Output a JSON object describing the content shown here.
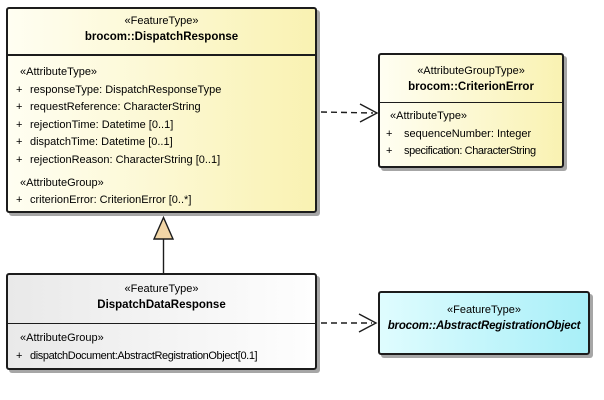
{
  "diagram_type": "UML class diagram",
  "colors": {
    "border": "#1c1c1c",
    "shadow": "#a6a6a6",
    "line": "#1c1c1c",
    "yellow1": "#fffef2",
    "yellow2": "#f9f2b2",
    "gray1": "#e9e9e9",
    "gray2": "#fefefe",
    "cyan1": "#dffcfe",
    "cyan2": "#a8eff8",
    "tri": "#f2d6a6",
    "text": "#000000",
    "bg": "#ffffff"
  },
  "classes": {
    "dispatch_response": {
      "stereotype": "«FeatureType»",
      "name": "brocom::DispatchResponse",
      "sections": [
        {
          "label": "«AttributeType»",
          "rows": [
            {
              "vis": "+",
              "text": "responseType: DispatchResponseType"
            },
            {
              "vis": "+",
              "text": "requestReference: CharacterString"
            },
            {
              "vis": "+",
              "text": "rejectionTime: Datetime [0..1]"
            },
            {
              "vis": "+",
              "text": "dispatchTime: Datetime [0..1]"
            },
            {
              "vis": "+",
              "text": "rejectionReason: CharacterString [0..1]"
            }
          ]
        },
        {
          "label": "«AttributeGroup»",
          "rows": [
            {
              "vis": "+",
              "text": "criterionError: CriterionError [0..*]"
            }
          ]
        }
      ]
    },
    "criterion_error": {
      "stereotype": "«AttributeGroupType»",
      "name": "brocom::CriterionError",
      "sections": [
        {
          "label": "«AttributeType»",
          "rows": [
            {
              "vis": "+",
              "text": "sequenceNumber: Integer"
            },
            {
              "vis": "+",
              "text": "specification: CharacterString"
            }
          ]
        }
      ]
    },
    "dispatch_data_response": {
      "stereotype": "«FeatureType»",
      "name": "DispatchDataResponse",
      "sections": [
        {
          "label": "«AttributeGroup»",
          "rows": [
            {
              "vis": "+",
              "text": "dispatchDocument:AbstractRegistrationObject[0.1]"
            }
          ]
        }
      ]
    },
    "abstract_registration_object": {
      "stereotype": "«FeatureType»",
      "name": "brocom::AbstractRegistrationObject"
    }
  },
  "connectors": [
    {
      "type": "dependency",
      "from": "brocom::DispatchResponse",
      "to": "brocom::CriterionError",
      "style": "dashed-open-arrow"
    },
    {
      "type": "generalization",
      "from": "DispatchDataResponse",
      "to": "brocom::DispatchResponse",
      "style": "solid-hollow-triangle"
    },
    {
      "type": "dependency",
      "from": "DispatchDataResponse",
      "to": "brocom::AbstractRegistrationObject",
      "style": "dashed-open-arrow"
    }
  ]
}
